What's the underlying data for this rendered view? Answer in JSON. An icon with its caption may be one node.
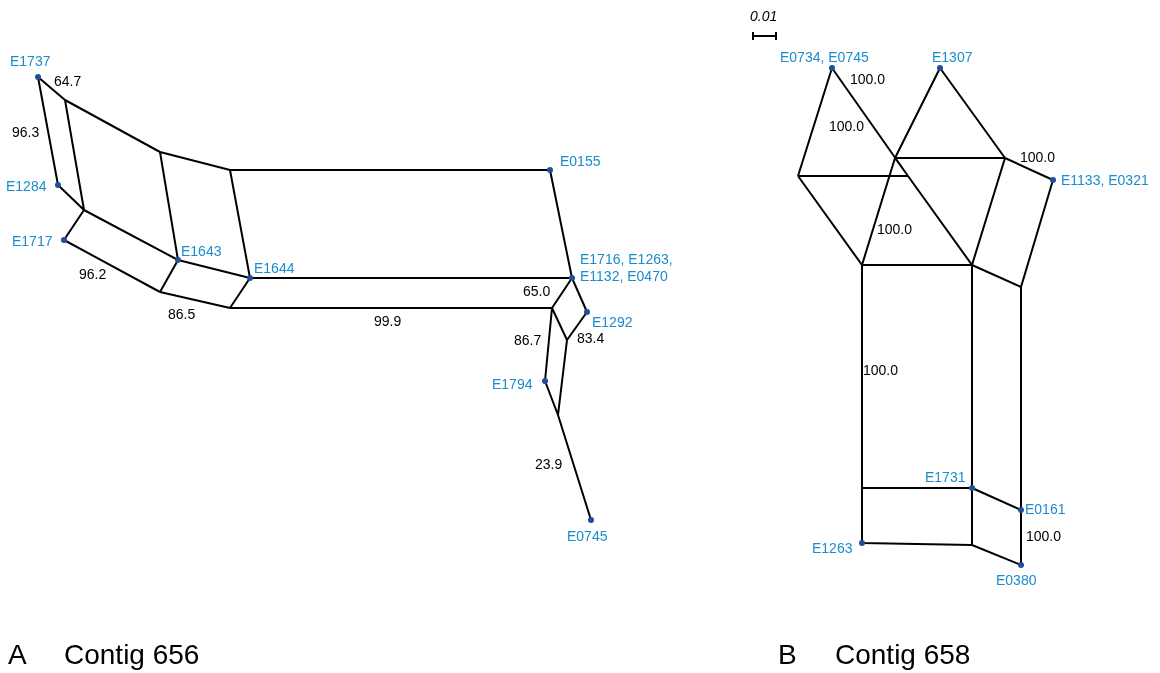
{
  "diagram": {
    "nodes": [
      {
        "text": [
          "E1737"
        ]
      },
      {
        "text": [
          "E1284"
        ]
      },
      {
        "text": [
          "E1717"
        ]
      },
      {
        "text": [
          "E1643"
        ]
      },
      {
        "text": [
          "E1644"
        ]
      },
      {
        "text": [
          "E0155"
        ]
      },
      {
        "text": [
          "E1716, E1263, E1132, E0470"
        ]
      },
      {
        "text": [
          "E1292"
        ]
      },
      {
        "text": [
          "E1794"
        ]
      },
      {
        "text": [
          "E0745"
        ]
      },
      {
        "text": [
          "E0734, E0745"
        ]
      },
      {
        "text": [
          "E1307"
        ]
      },
      {
        "text": [
          "E1133, E0321"
        ]
      },
      {
        "text": [
          "E1731"
        ]
      },
      {
        "text": [
          "E0161"
        ]
      },
      {
        "text": [
          "E1263"
        ]
      },
      {
        "text": [
          "E0380"
        ]
      }
    ],
    "labels": [
      "0.01",
      "64.7",
      "96.3",
      "96.2",
      "86.5",
      "99.9",
      "65.0",
      "86.7",
      "83.4",
      "23.9",
      "100.0",
      "100.0",
      "100.0",
      "100.0",
      "100.0",
      "100.0",
      "A",
      "Contig 656",
      "B",
      "Contig 658"
    ]
  }
}
